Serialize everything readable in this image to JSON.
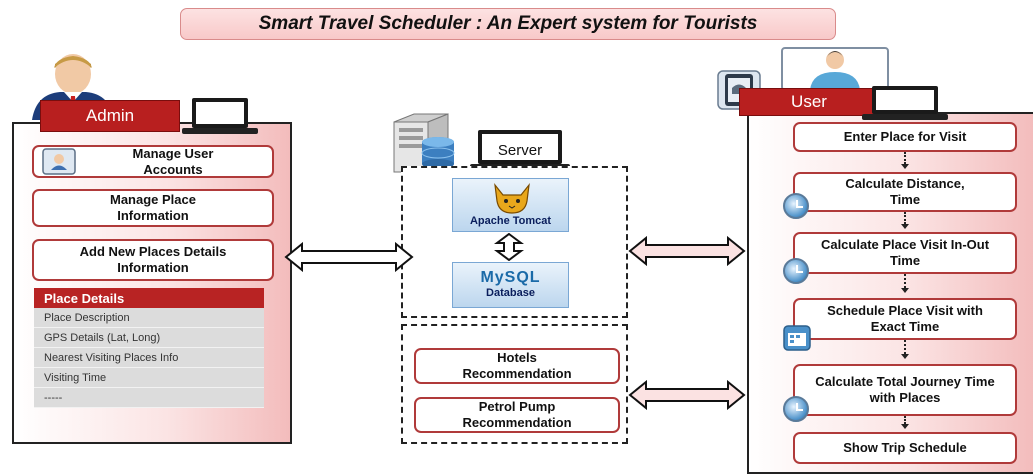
{
  "title": "Smart Travel Scheduler : An Expert system for Tourists",
  "admin": {
    "label": "Admin",
    "cards": [
      "Manage User Accounts",
      "Manage Place Information",
      "Add New Places Details Information"
    ],
    "place_details": {
      "heading": "Place Details",
      "rows": [
        "Place Description",
        "GPS Details (Lat, Long)",
        "Nearest Visiting Places Info",
        "Visiting Time",
        "-----"
      ]
    }
  },
  "server": {
    "label": "Server",
    "tomcat_label": "Apache Tomcat",
    "db_logo": "MySQL",
    "db_label": "Database",
    "recommendations": [
      "Hotels Recommendation",
      "Petrol Pump Recommendation"
    ]
  },
  "user": {
    "label": "User",
    "steps": [
      "Enter Place for Visit",
      "Calculate Distance, Time",
      "Calculate Place Visit In-Out Time",
      "Schedule Place Visit with Exact Time",
      "Calculate Total Journey Time with Places",
      "Show Trip Schedule"
    ]
  },
  "colors": {
    "accent": "#b81f1f",
    "panel_pink": "#f3bcbc",
    "card_border": "#b03a3a"
  },
  "icons": [
    "admin-avatar-icon",
    "laptop-icon",
    "id-card-icon",
    "server-icon",
    "tomcat-cat-icon",
    "android-phone-icon",
    "user-avatar-icon",
    "clock-icon",
    "calendar-icon"
  ]
}
